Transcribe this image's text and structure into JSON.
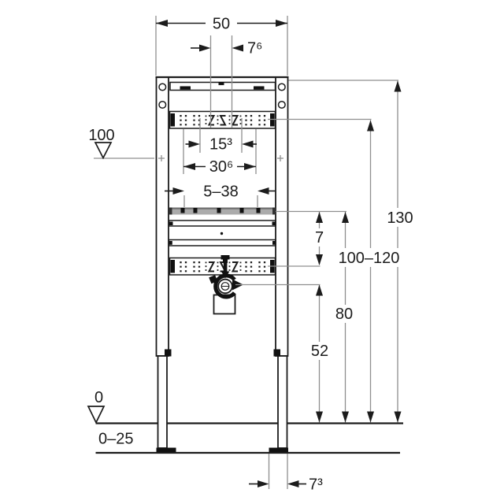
{
  "drawing": {
    "dimensions_top": {
      "frame_width": "50",
      "tap_hole_offset": "7⁶"
    },
    "dimensions_inner": {
      "hole_spacing_narrow": "15³",
      "hole_spacing_wide": "30⁶",
      "adjustment_range": "5–38"
    },
    "dimensions_right": {
      "frame_height": "130",
      "mounting_height_range": "100–120",
      "support_rail_height": "80",
      "connection_offset": "7",
      "connection_height": "52"
    },
    "dimensions_left": {
      "upper_level": "100",
      "zero_level": "0",
      "floor_buildup_range": "0–25"
    },
    "dimensions_bottom": {
      "foot_width": "7³"
    }
  },
  "colors": {
    "line": "#1c1c1c",
    "construction_line": "#8f8f8f",
    "support_rail_fill": "#ababab",
    "background": "#ffffff"
  }
}
